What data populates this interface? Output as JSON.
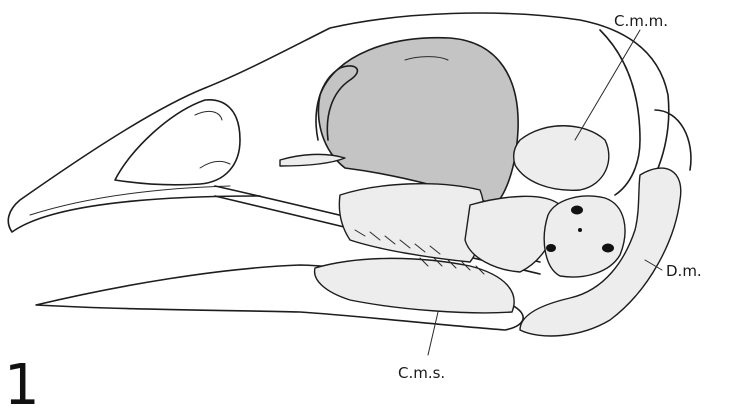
{
  "figure": {
    "number": "1",
    "labels": {
      "cmm": "C.m.m.",
      "dm": "D.m.",
      "cms": "C.m.s."
    }
  }
}
